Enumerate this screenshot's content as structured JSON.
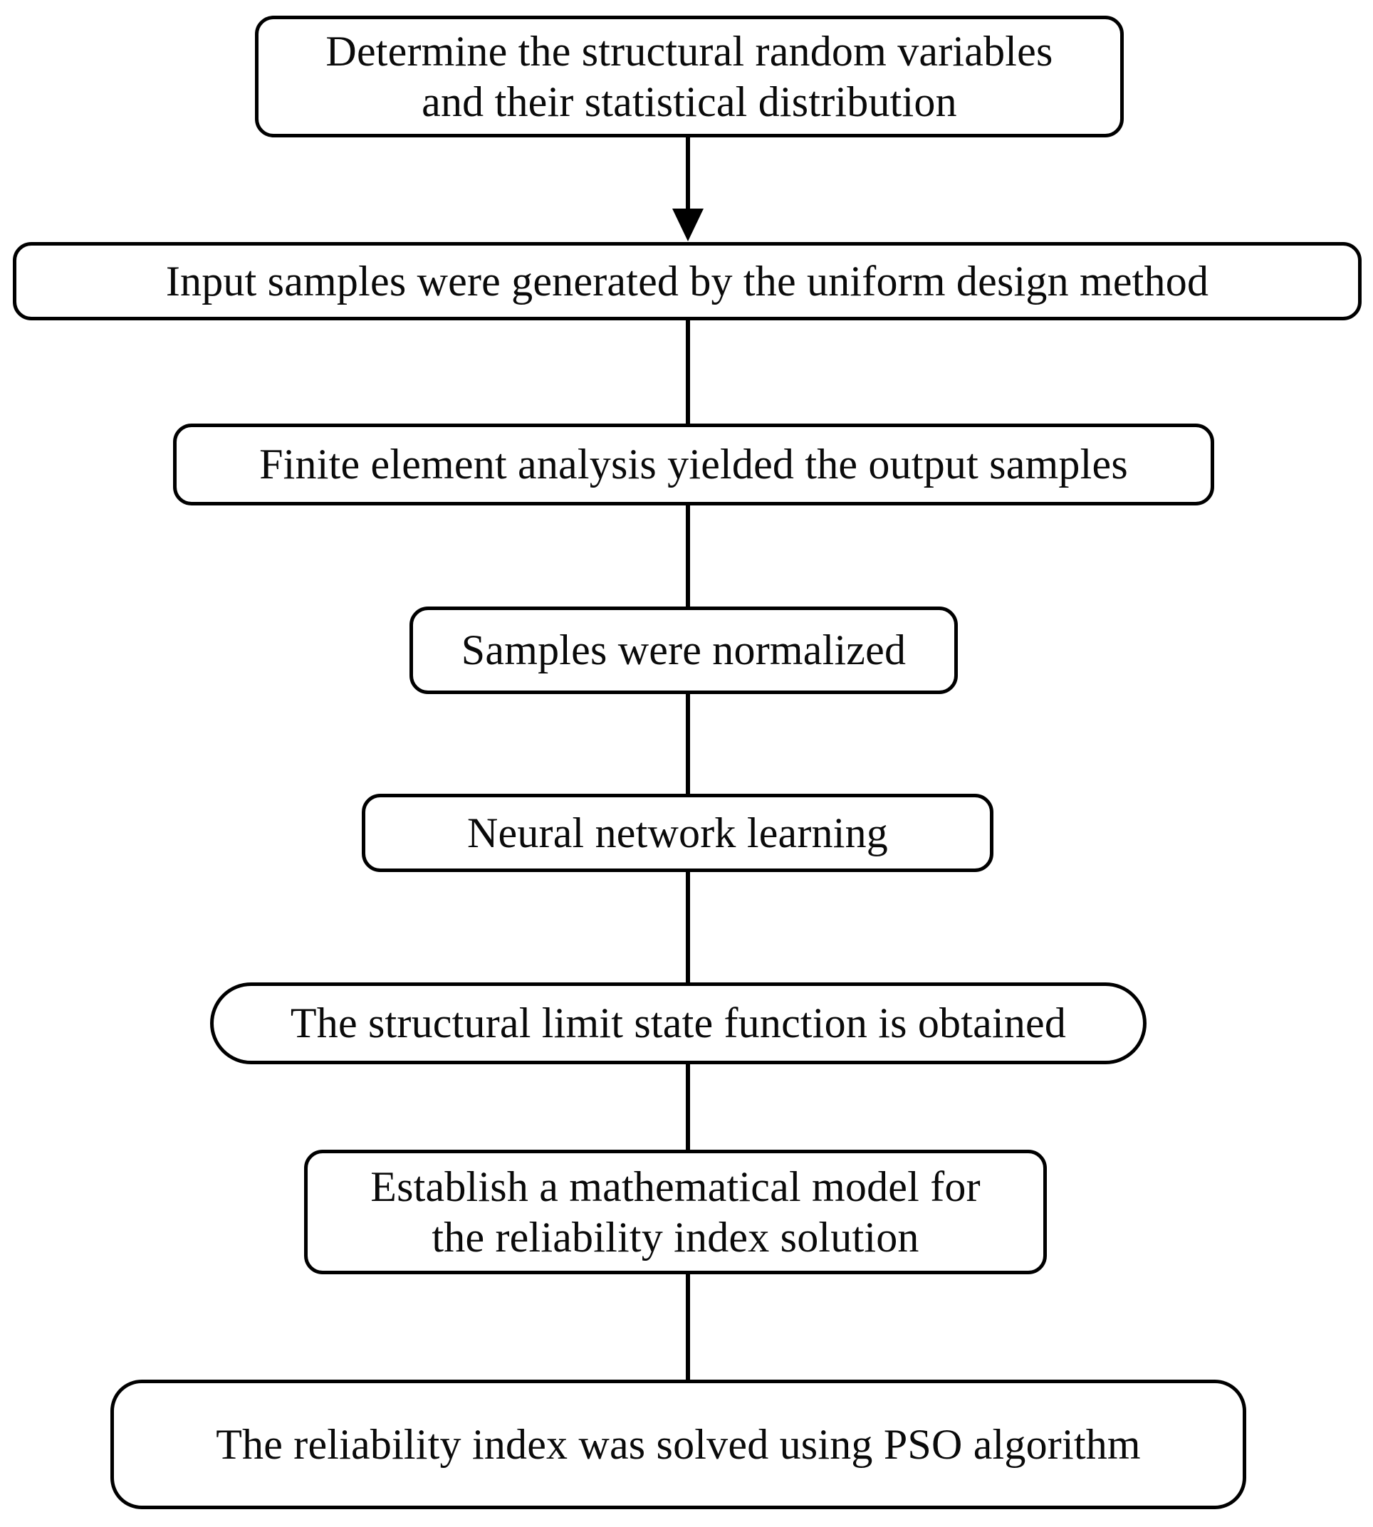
{
  "diagram": {
    "title": "Structural reliability analysis flowchart",
    "type": "flowchart",
    "orientation": "top-to-bottom",
    "colors": {
      "box_border": "#000000",
      "box_fill": "#ffffff",
      "text": "#0a0a0a",
      "arrow": "#000000",
      "background": "#ffffff"
    },
    "nodes": [
      {
        "id": "node-1",
        "label": "Determine the structural random variables\nand their statistical distribution",
        "shape": "rounded-rectangle",
        "lines": 2
      },
      {
        "id": "node-2",
        "label": "Input samples were generated by the uniform design method",
        "shape": "rounded-rectangle",
        "lines": 1
      },
      {
        "id": "node-3",
        "label": "Finite element analysis yielded the output samples",
        "shape": "rounded-rectangle",
        "lines": 1
      },
      {
        "id": "node-4",
        "label": "Samples were normalized",
        "shape": "rounded-rectangle",
        "lines": 1
      },
      {
        "id": "node-5",
        "label": "Neural network learning",
        "shape": "rounded-rectangle",
        "lines": 1
      },
      {
        "id": "node-6",
        "label": "The structural limit state function is obtained",
        "shape": "rounded-rectangle",
        "lines": 1
      },
      {
        "id": "node-7",
        "label": "Establish a mathematical model for\nthe reliability index solution",
        "shape": "rounded-rectangle",
        "lines": 2
      },
      {
        "id": "node-8",
        "label": "The reliability index was solved using PSO algorithm",
        "shape": "rounded-rectangle",
        "lines": 1
      }
    ],
    "edges": [
      {
        "id": "edge-1-2",
        "from": "node-1",
        "to": "node-2",
        "style": "solid-arrow"
      },
      {
        "id": "edge-2-3",
        "from": "node-2",
        "to": "node-3",
        "style": "solid-arrow"
      },
      {
        "id": "edge-3-4",
        "from": "node-3",
        "to": "node-4",
        "style": "solid-arrow"
      },
      {
        "id": "edge-4-5",
        "from": "node-4",
        "to": "node-5",
        "style": "solid-arrow"
      },
      {
        "id": "edge-5-6",
        "from": "node-5",
        "to": "node-6",
        "style": "solid-arrow"
      },
      {
        "id": "edge-6-7",
        "from": "node-6",
        "to": "node-7",
        "style": "solid-arrow"
      },
      {
        "id": "edge-7-8",
        "from": "node-7",
        "to": "node-8",
        "style": "solid-arrow"
      }
    ]
  }
}
